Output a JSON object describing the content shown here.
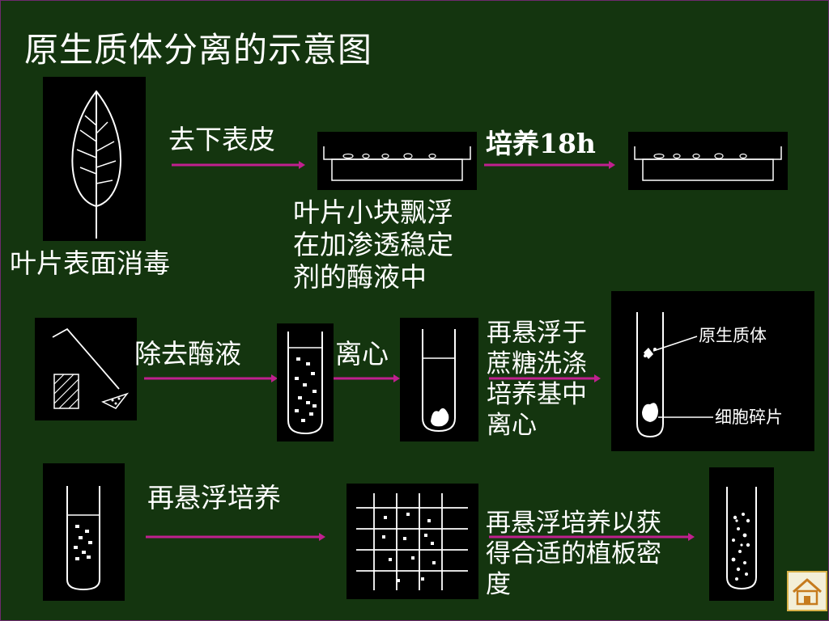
{
  "title": "原生质体分离的示意图",
  "steps": {
    "remove_epidermis": "去下表皮",
    "culture_18h": "培养18h",
    "leaf_disinfect": "叶片表面消毒",
    "float_in_enzyme": [
      "叶片小块飘浮",
      "在加渗透稳定",
      "剂的酶液中"
    ],
    "remove_enzyme": "除去酶液",
    "centrifuge": "离心",
    "resuspend_sucrose": [
      "再悬浮于",
      "蔗糖洗涤",
      "培养基中",
      "离心"
    ],
    "resuspend_culture": "再悬浮培养",
    "plating_density": [
      "再悬浮培养以获",
      "得合适的植板密",
      "度"
    ]
  },
  "tube_labels": {
    "protoplast": "原生质体",
    "cell_debris": "细胞碎片"
  },
  "colors": {
    "background": "#14350f",
    "arrow": "#c0208f",
    "text": "#ffffff",
    "panel": "#000000"
  },
  "icons": {
    "home": "home-icon"
  }
}
